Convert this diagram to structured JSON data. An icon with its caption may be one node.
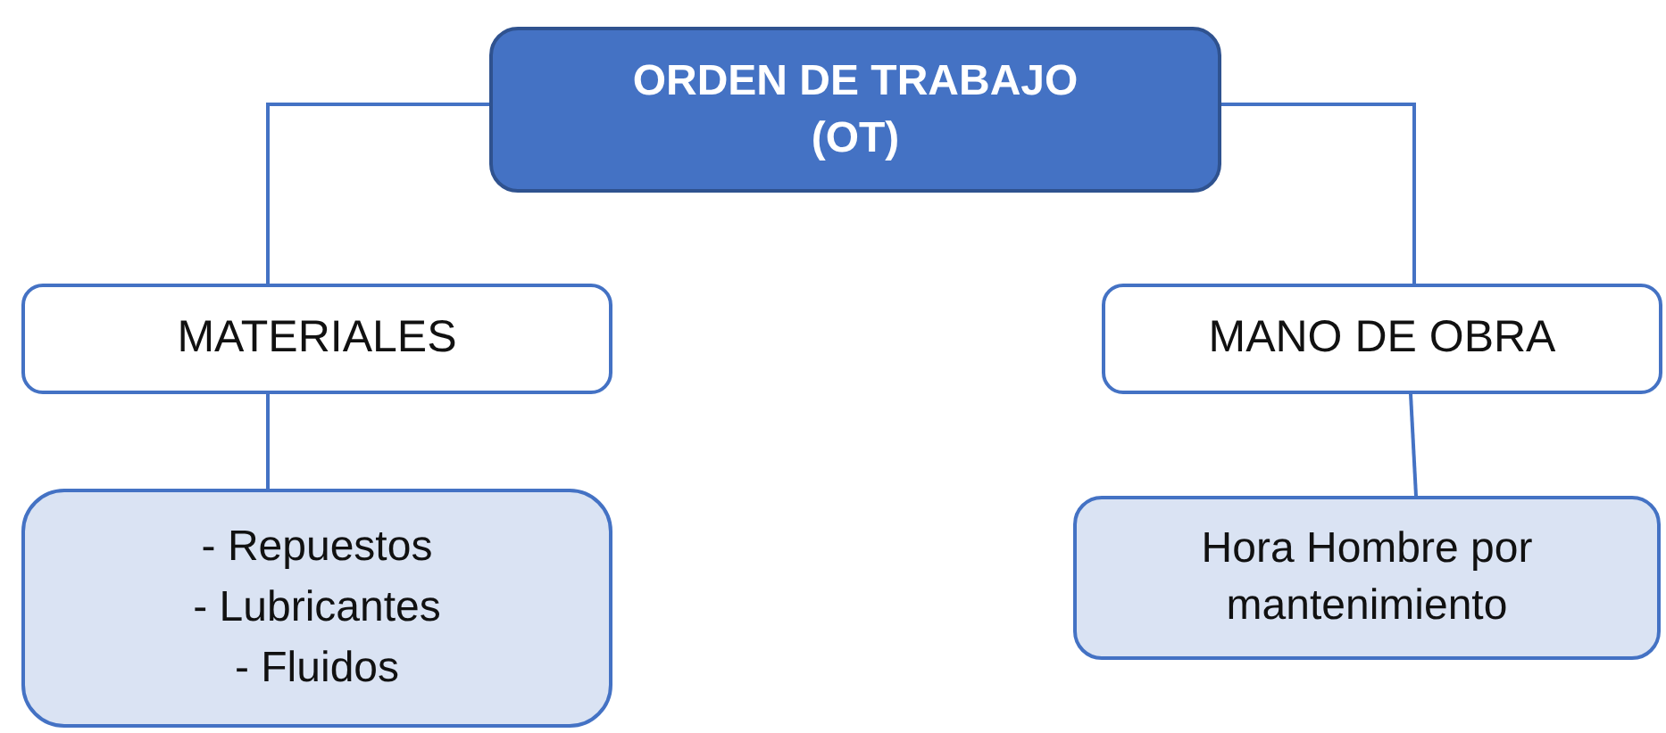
{
  "diagram": {
    "nodes": [
      {
        "text": [
          "ORDEN DE TRABAJO (OT)"
        ]
      },
      {
        "text": [
          "MATERIALES"
        ]
      },
      {
        "text": [
          "MANO DE OBRA"
        ]
      },
      {
        "text": [
          "- Repuestos",
          "- Lubricantes",
          "- Fluidos"
        ]
      },
      {
        "text": [
          "Hora Hombre por mantenimiento"
        ]
      }
    ],
    "edges": [
      {
        "from": 0,
        "to": 1,
        "arrow": "none"
      },
      {
        "from": 0,
        "to": 2,
        "arrow": "none"
      },
      {
        "from": 1,
        "to": 3,
        "arrow": "none"
      },
      {
        "from": 2,
        "to": 4,
        "arrow": "none"
      }
    ]
  }
}
